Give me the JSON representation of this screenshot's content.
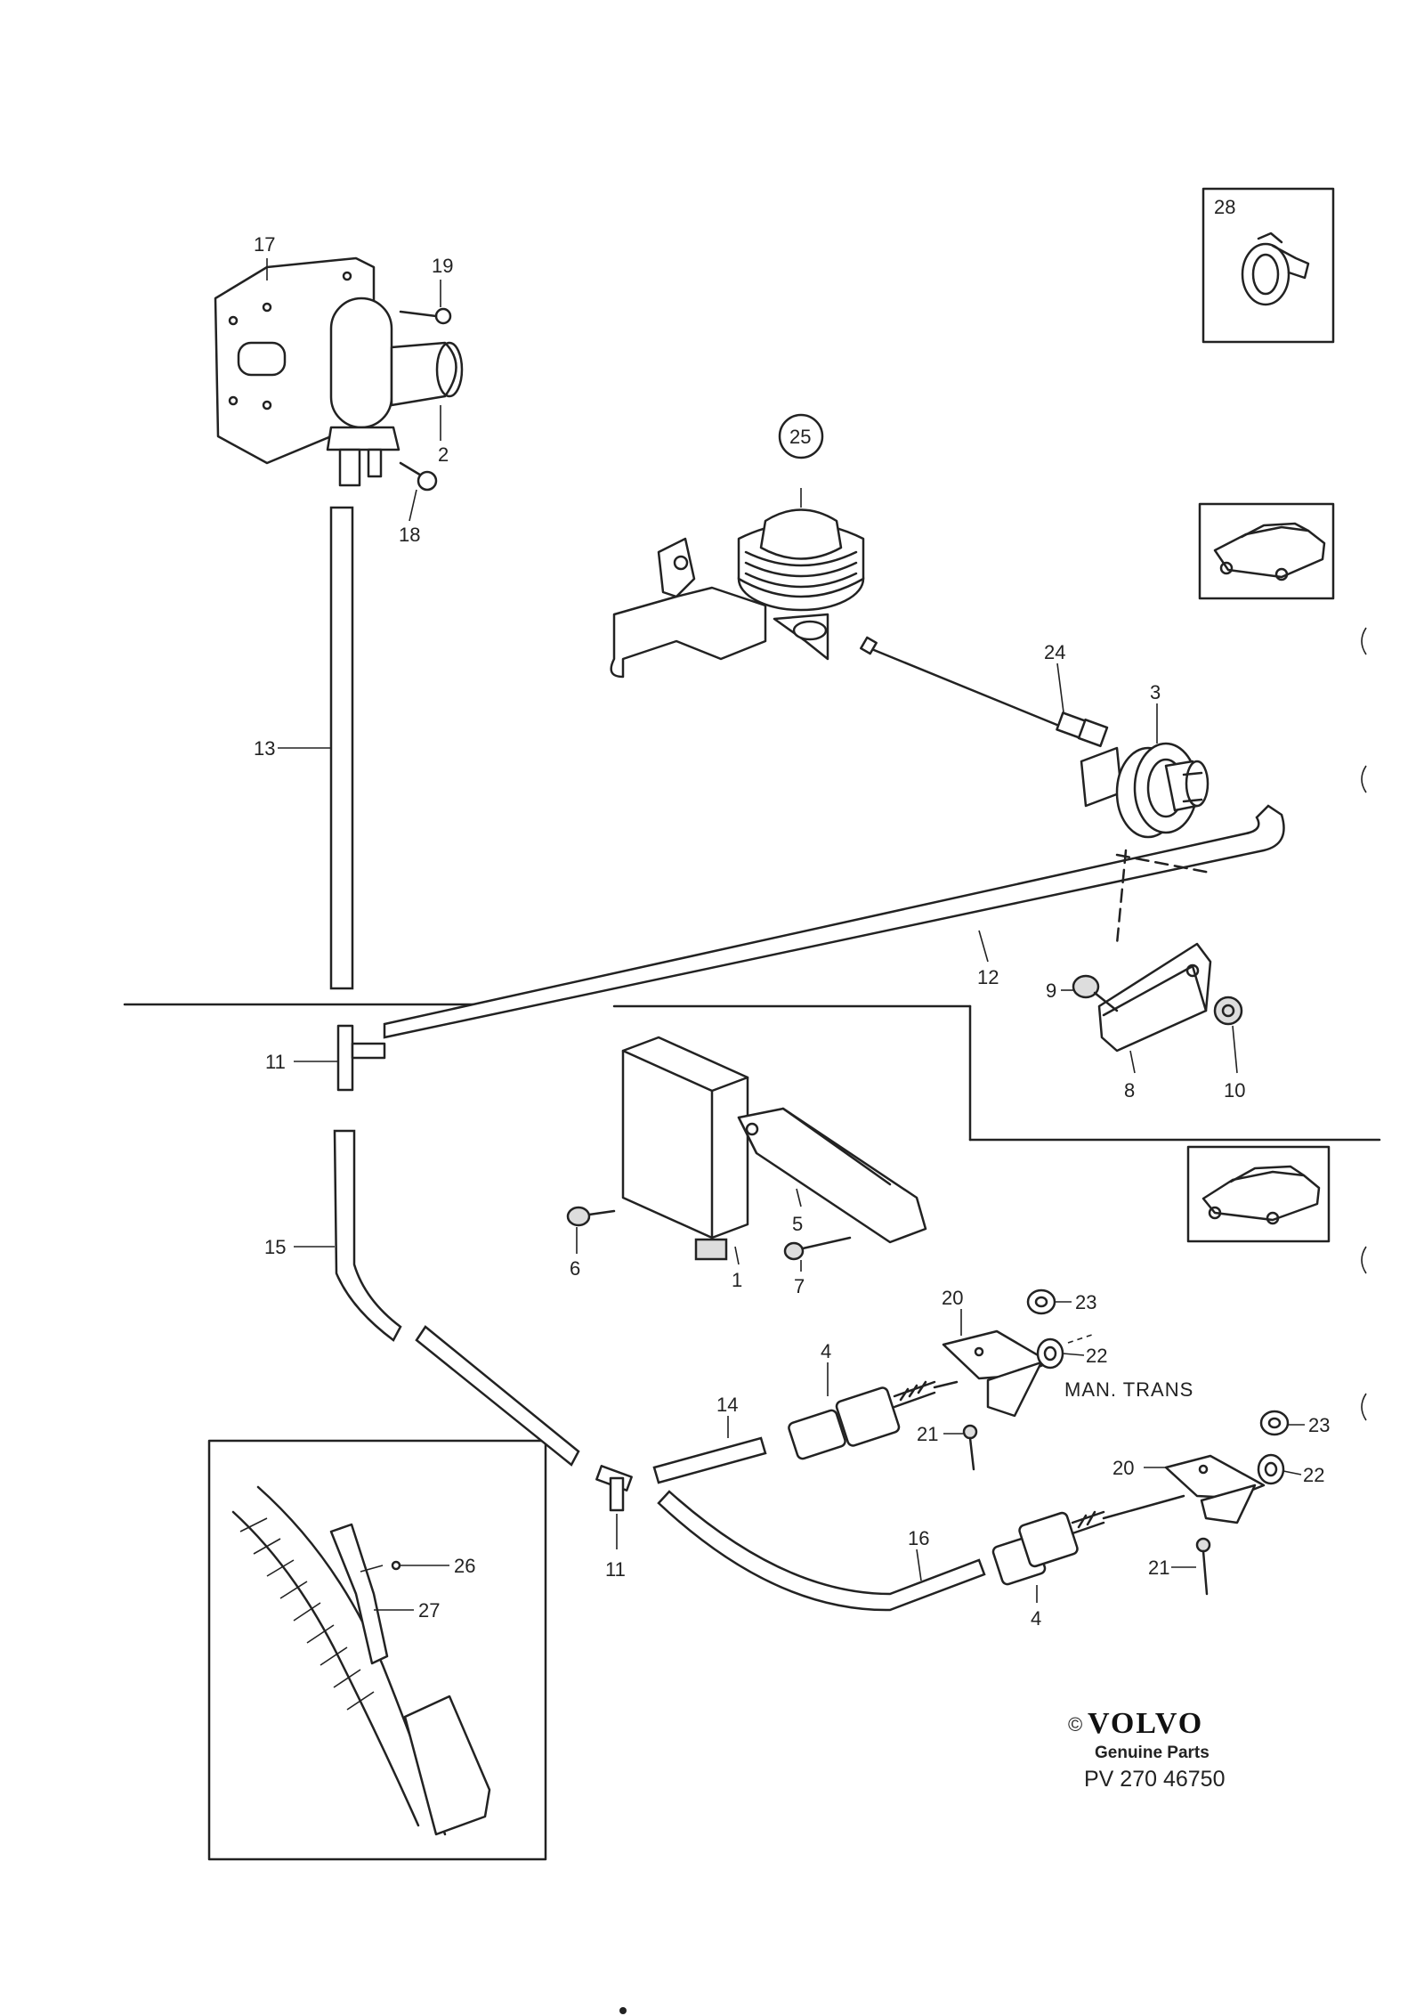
{
  "part_labels": {
    "l1": "1",
    "l2": "2",
    "l3": "3",
    "l4a": "4",
    "l4b": "4",
    "l5": "5",
    "l6": "6",
    "l7": "7",
    "l8": "8",
    "l9": "9",
    "l10": "10",
    "l11a": "11",
    "l11b": "11",
    "l12": "12",
    "l13": "13",
    "l14": "14",
    "l15": "15",
    "l16": "16",
    "l17": "17",
    "l18": "18",
    "l19": "19",
    "l20a": "20",
    "l20b": "20",
    "l21a": "21",
    "l21b": "21",
    "l22a": "22",
    "l22b": "22",
    "l23a": "23",
    "l23b": "23",
    "l24": "24",
    "l25": "25",
    "l26": "26",
    "l27": "27",
    "l28": "28"
  },
  "note_man_trans": "MAN. TRANS",
  "brand": {
    "copyright": "©",
    "name": "VOLVO",
    "subtitle": "Genuine Parts",
    "part_number": "PV 270 46750"
  },
  "icons": [
    "car-sedan-icon",
    "car-sedan-icon",
    "clip-icon",
    "pedal-inset"
  ]
}
